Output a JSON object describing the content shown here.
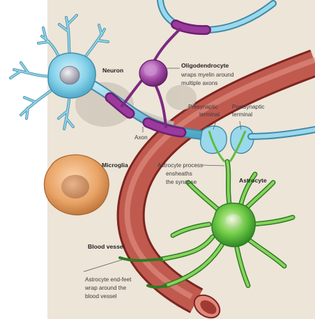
{
  "labels": {
    "neuron": "Neuron",
    "oligodendrocyte": "Oligodendrocyte",
    "oligo_desc_1": "wraps myelin around",
    "oligo_desc_2": "multiple axons",
    "presynaptic_1": "Presynaptic",
    "presynaptic_2": "terminal",
    "postsynaptic_1": "Postsynaptic",
    "postsynaptic_2": "terminal",
    "axon": "Axon",
    "microglia": "Microglia",
    "astro_process_1": "Astrocyte process",
    "astro_process_2": "ensheaths",
    "astro_process_3": "the synapse",
    "astrocyte": "Astrocyte",
    "blood_vessel": "Blood vessel",
    "endfeet_1": "Astrocyte end-feet",
    "endfeet_2": "wrap around the",
    "endfeet_3": "blood vessel"
  },
  "colors": {
    "background_panel": "#ede5d8",
    "neuron": "#7fd0ea",
    "myelin": "#8a2a8e",
    "oligodendrocyte": "#a54aa8",
    "microglia": "#e8a266",
    "astrocyte": "#5fbd3e",
    "blood_vessel": "#b54f45",
    "leader_line": "#5a5a5a"
  }
}
